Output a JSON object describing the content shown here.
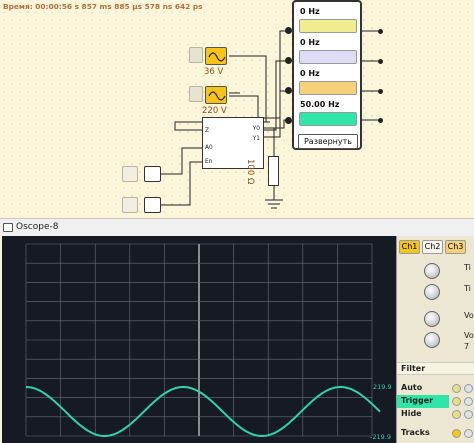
{
  "time_readout": "Время: 00:00:56 s 857 ms 885 µs 578 ns 642 ps",
  "sources": [
    {
      "label": "36 V"
    },
    {
      "label": "220 V"
    }
  ],
  "chip": {
    "pins": [
      "Z",
      "Y0",
      "Y1",
      "A0",
      "En"
    ]
  },
  "resistor": {
    "label": "100 Ω"
  },
  "freq_meter": {
    "readings": [
      {
        "value": "0 Hz",
        "color": "#f0ec90"
      },
      {
        "value": "0 Hz",
        "color": "#dcdcf4"
      },
      {
        "value": "0 Hz",
        "color": "#f5d27a"
      },
      {
        "value": "50.00 Hz",
        "color": "#2fe6a8"
      }
    ],
    "expand_label": "Развернуть"
  },
  "oscilloscope": {
    "title": "Oscope-8",
    "channels": [
      "Ch1",
      "Ch2",
      "Ch3"
    ],
    "active_channel": "Ch1",
    "trace_color": "#2fd4a8",
    "controls": [
      "Ti",
      "Ti",
      "Vo",
      "Vo",
      "7"
    ],
    "filter_label": "Filter",
    "buttons": [
      "Auto",
      "Trigger",
      "Hide"
    ],
    "tracks_label": "Tracks",
    "scale_top": "219.9",
    "scale_bottom": "-219.9",
    "trace": {
      "amplitude": 219.9,
      "periods_visible": 2.2
    }
  }
}
